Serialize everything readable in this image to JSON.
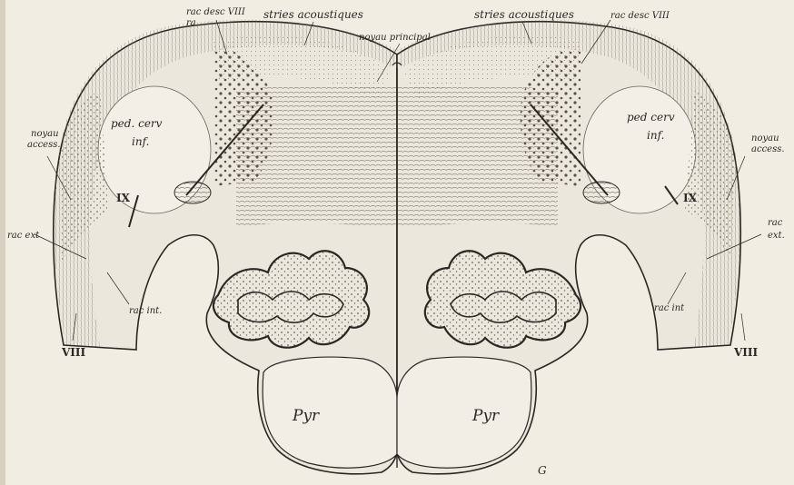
{
  "colors": {
    "paper": "#f1ede3",
    "ink": "#2b2722",
    "stipple": "#6a6257",
    "shade": "#d8d1c2"
  },
  "labels": {
    "rac_desc_left": "rac desc VIII",
    "ra_left": "ra",
    "stries_left": "stries acoustiques",
    "noyau_principal": "noyau principal",
    "stries_right": "stries acoustiques",
    "rac_desc_right": "rac desc VIII",
    "noyau_access_left_1": "noyau",
    "noyau_access_left_2": "access.",
    "ped_cerv_left_1": "ped. cerv",
    "ped_cerv_left_2": "inf.",
    "ped_cerv_right_1": "ped cerv",
    "ped_cerv_right_2": "inf.",
    "noyau_access_right_1": "noyau",
    "noyau_access_right_2": "access.",
    "ix_left": "IX",
    "ix_right": "IX",
    "rac_ext_left": "rac ext",
    "rac_ext_right_1": "rac",
    "rac_ext_right_2": "ext.",
    "rac_int_left": "rac int.",
    "rac_int_right": "rac int",
    "viii_left": "VIII",
    "viii_right": "VIII",
    "pyr_left": "Pyr",
    "pyr_right": "Pyr",
    "signature": "G"
  }
}
